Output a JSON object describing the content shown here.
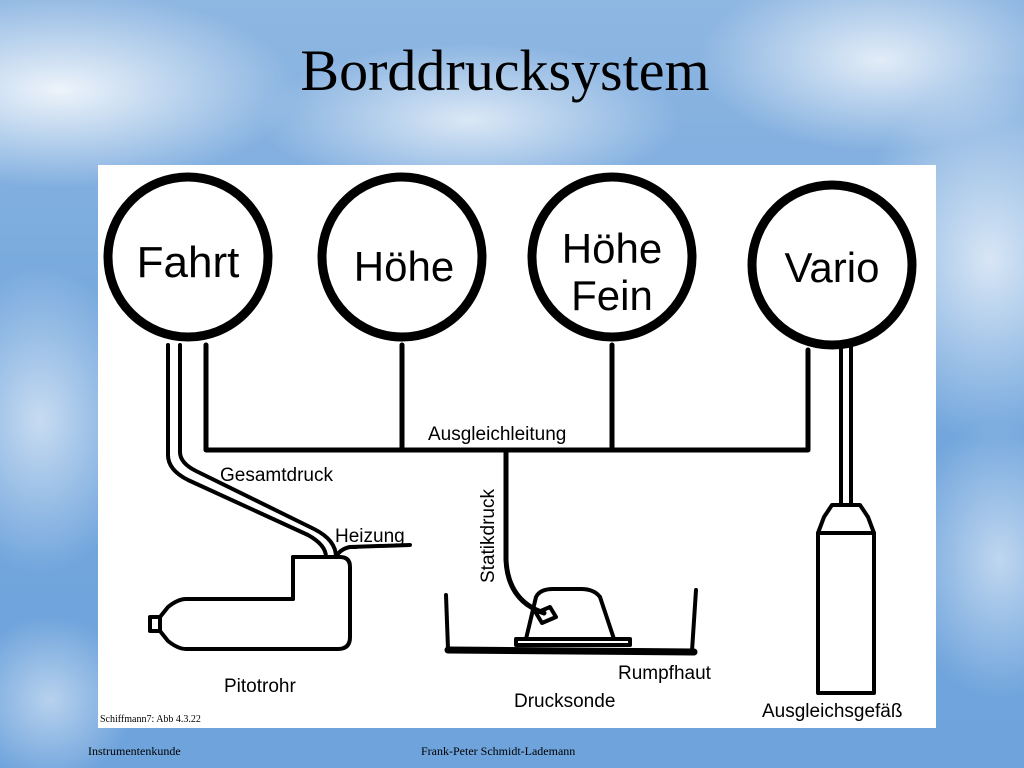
{
  "slide": {
    "title": "Borddrucksystem",
    "image_credit": "Schiffmann7: Abb 4.3.22",
    "footer_left": "Instrumentenkunde",
    "footer_center": "Frank-Peter Schmidt-Lademann"
  },
  "diagram": {
    "instruments": {
      "fahrt": "Fahrt",
      "hoehe": "Höhe",
      "hoehe_fein_1": "Höhe",
      "hoehe_fein_2": "Fein",
      "vario": "Vario"
    },
    "labels": {
      "ausgleichleitung": "Ausgleichleitung",
      "gesamtdruck": "Gesamtdruck",
      "statikdruck": "Statikdruck",
      "heizung": "Heizung",
      "pitotrohr": "Pitotrohr",
      "rumpfhaut": "Rumpfhaut",
      "drucksonde": "Drucksonde",
      "ausgleichsgefaess": "Ausgleichsgefäß"
    }
  }
}
